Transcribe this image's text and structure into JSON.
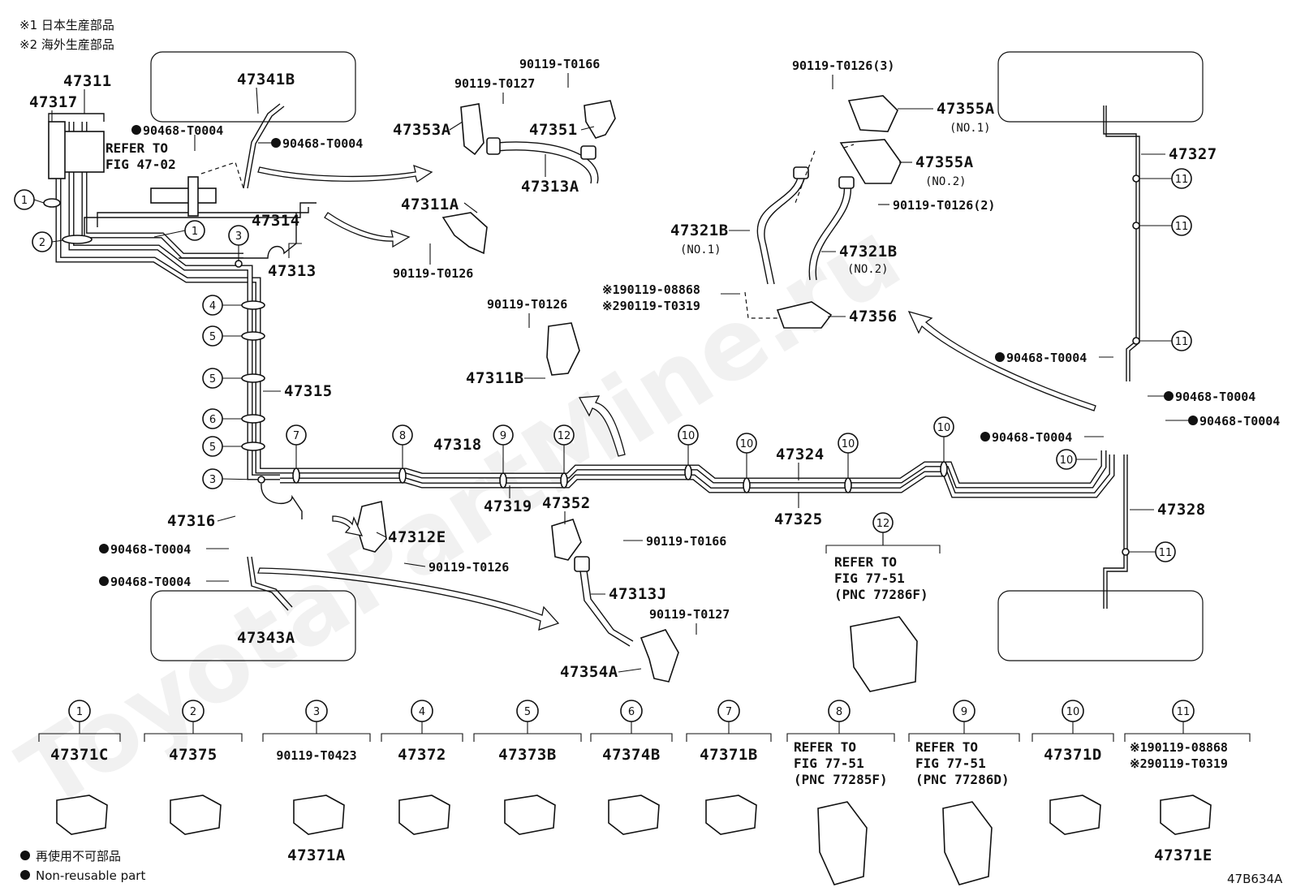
{
  "diagram": {
    "figure_code": "47B634A",
    "watermark": "ToyotaPartMine.ru",
    "notes": {
      "jp_domestic": "※1 日本生産部品",
      "overseas": "※2 海外生産部品"
    },
    "legend": {
      "non_reusable_jp": "再使用不可部品",
      "non_reusable_en": "Non-reusable part"
    },
    "labels": {
      "p47311": "47311",
      "p47317": "47317",
      "p47341B": "47341B",
      "p47343A": "47343A",
      "p47314": "47314",
      "p47313": "47313",
      "p47315": "47315",
      "p47316": "47316",
      "p47318": "47318",
      "p47319": "47319",
      "p47324": "47324",
      "p47325": "47325",
      "p47327": "47327",
      "p47328": "47328",
      "p47351": "47351",
      "p47352": "47352",
      "p47353A": "47353A",
      "p47354A": "47354A",
      "p47313A": "47313A",
      "p47313J": "47313J",
      "p47311A": "47311A",
      "p47311B": "47311B",
      "p47312E": "47312E",
      "p47355A_1": "47355A",
      "p47355A_2": "47355A",
      "p47321B_1": "47321B",
      "p47321B_2": "47321B",
      "p47356": "47356",
      "no1": "(NO.1)",
      "no2": "(NO.2)",
      "b0166_top": "90119-T0166",
      "b0127_top": "90119-T0127",
      "b0126_a": "90119-T0126",
      "b0126_b": "90119-T0126",
      "b0126_c": "90119-T0126",
      "b0126_3": "90119-T0126(3)",
      "b0126_2": "90119-T0126(2)",
      "b0166_mid": "90119-T0166",
      "b0127_mid": "90119-T0127",
      "b08868": "※190119-08868",
      "bT0319": "※290119-T0319",
      "c0004": "90468-T0004",
      "refer_to": "REFER TO",
      "fig4702": "FIG 47-02",
      "fig7751": "FIG 77-51",
      "pnc77286F": "(PNC 77286F)"
    },
    "clamps": [
      {
        "num": "1",
        "part": "47371C"
      },
      {
        "num": "2",
        "part": "47375"
      },
      {
        "num": "3",
        "bolt": "90119-T0423",
        "part": "47371A"
      },
      {
        "num": "4",
        "part": "47372"
      },
      {
        "num": "5",
        "part": "47373B"
      },
      {
        "num": "6",
        "part": "47374B"
      },
      {
        "num": "7",
        "part": "47371B"
      },
      {
        "num": "8",
        "ref1": "REFER TO",
        "ref2": "FIG 77-51",
        "ref3": "(PNC 77285F)"
      },
      {
        "num": "9",
        "ref1": "REFER TO",
        "ref2": "FIG 77-51",
        "ref3": "(PNC 77286D)"
      },
      {
        "num": "10",
        "part": "47371D"
      },
      {
        "num": "11",
        "bolt1": "※190119-08868",
        "bolt2": "※290119-T0319",
        "part": "47371E"
      }
    ],
    "callouts": {
      "c1": "1",
      "c2": "2",
      "c3": "3",
      "c4": "4",
      "c5": "5",
      "c6": "6",
      "c7": "7",
      "c8": "8",
      "c9": "9",
      "c10": "10",
      "c11": "11",
      "c12": "12"
    }
  }
}
